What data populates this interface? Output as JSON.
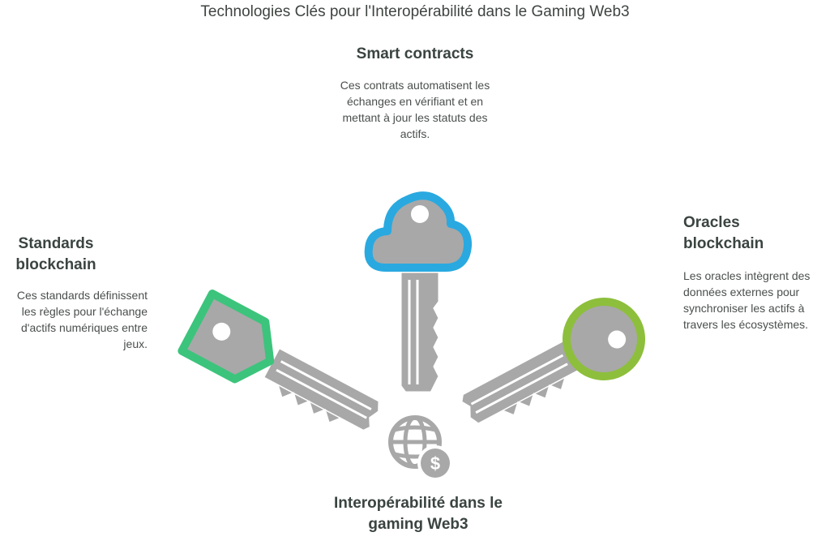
{
  "title": "Technologies Clés pour l'Interopérabilité dans le Gaming Web3",
  "smart": {
    "heading": "Smart contracts",
    "description": "Ces contrats automatisent les échanges en vérifiant et en mettant à jour les statuts des actifs."
  },
  "standards": {
    "heading": "Standards blockchain",
    "description": "Ces standards définissent les règles pour l'échange d'actifs numériques entre jeux."
  },
  "oracles": {
    "heading": "Oracles blockchain",
    "description": "Les oracles intègrent des données externes pour synchroniser les actifs à travers les écosystèmes."
  },
  "center": {
    "heading": "Interopérabilité dans le gaming Web3",
    "icon": "globe-dollar-icon"
  },
  "colors": {
    "cloud_key": "#29a9e0",
    "square_key": "#3cc47c",
    "round_key": "#8dbf3c",
    "key_body": "#a8a8a8"
  }
}
